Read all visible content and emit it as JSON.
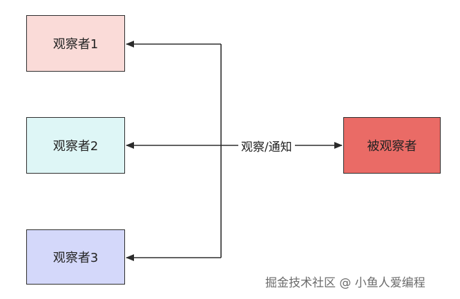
{
  "colors": {
    "observer1_fill": "#fadbd8",
    "observer2_fill": "#def6f6",
    "observer3_fill": "#d4d8fa",
    "subject_fill": "#ea6b66",
    "stroke": "#2b2b2b"
  },
  "nodes": {
    "observer1": "观察者1",
    "observer2": "观察者2",
    "observer3": "观察者3",
    "subject": "被观察者"
  },
  "edge_label": "观察/通知",
  "watermark": "掘金技术社区 @ 小鱼人爱编程"
}
